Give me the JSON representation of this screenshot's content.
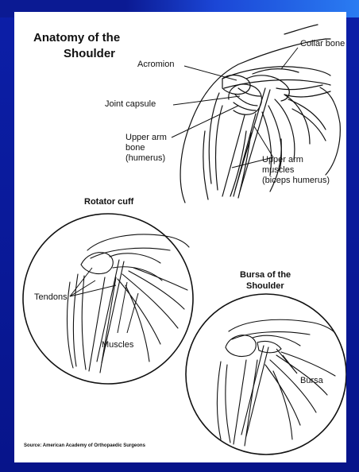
{
  "title_line1": "Anatomy of the",
  "title_line2": "Shoulder",
  "labels": {
    "collar_bone": "Collar bone",
    "acromion": "Acromion",
    "joint_capsule": "Joint capsule",
    "upper_arm_bone_1": "Upper arm",
    "upper_arm_bone_2": "bone",
    "upper_arm_bone_3": "(humerus)",
    "upper_arm_muscles_1": "Upper arm",
    "upper_arm_muscles_2": "muscles",
    "upper_arm_muscles_3": "(biceps humerus)"
  },
  "rotator_cuff": {
    "title": "Rotator cuff",
    "tendons": "Tendons",
    "muscles": "Muscles"
  },
  "bursa_panel": {
    "title_line1": "Bursa of the",
    "title_line2": "Shoulder",
    "bursa": "Bursa"
  },
  "source": "Source: American Academy of Orthopaedic Surgeons",
  "colors": {
    "background": "#0a1a9a",
    "band_accent": "#2a7cf2",
    "panel": "#ffffff",
    "ink": "#111111"
  }
}
